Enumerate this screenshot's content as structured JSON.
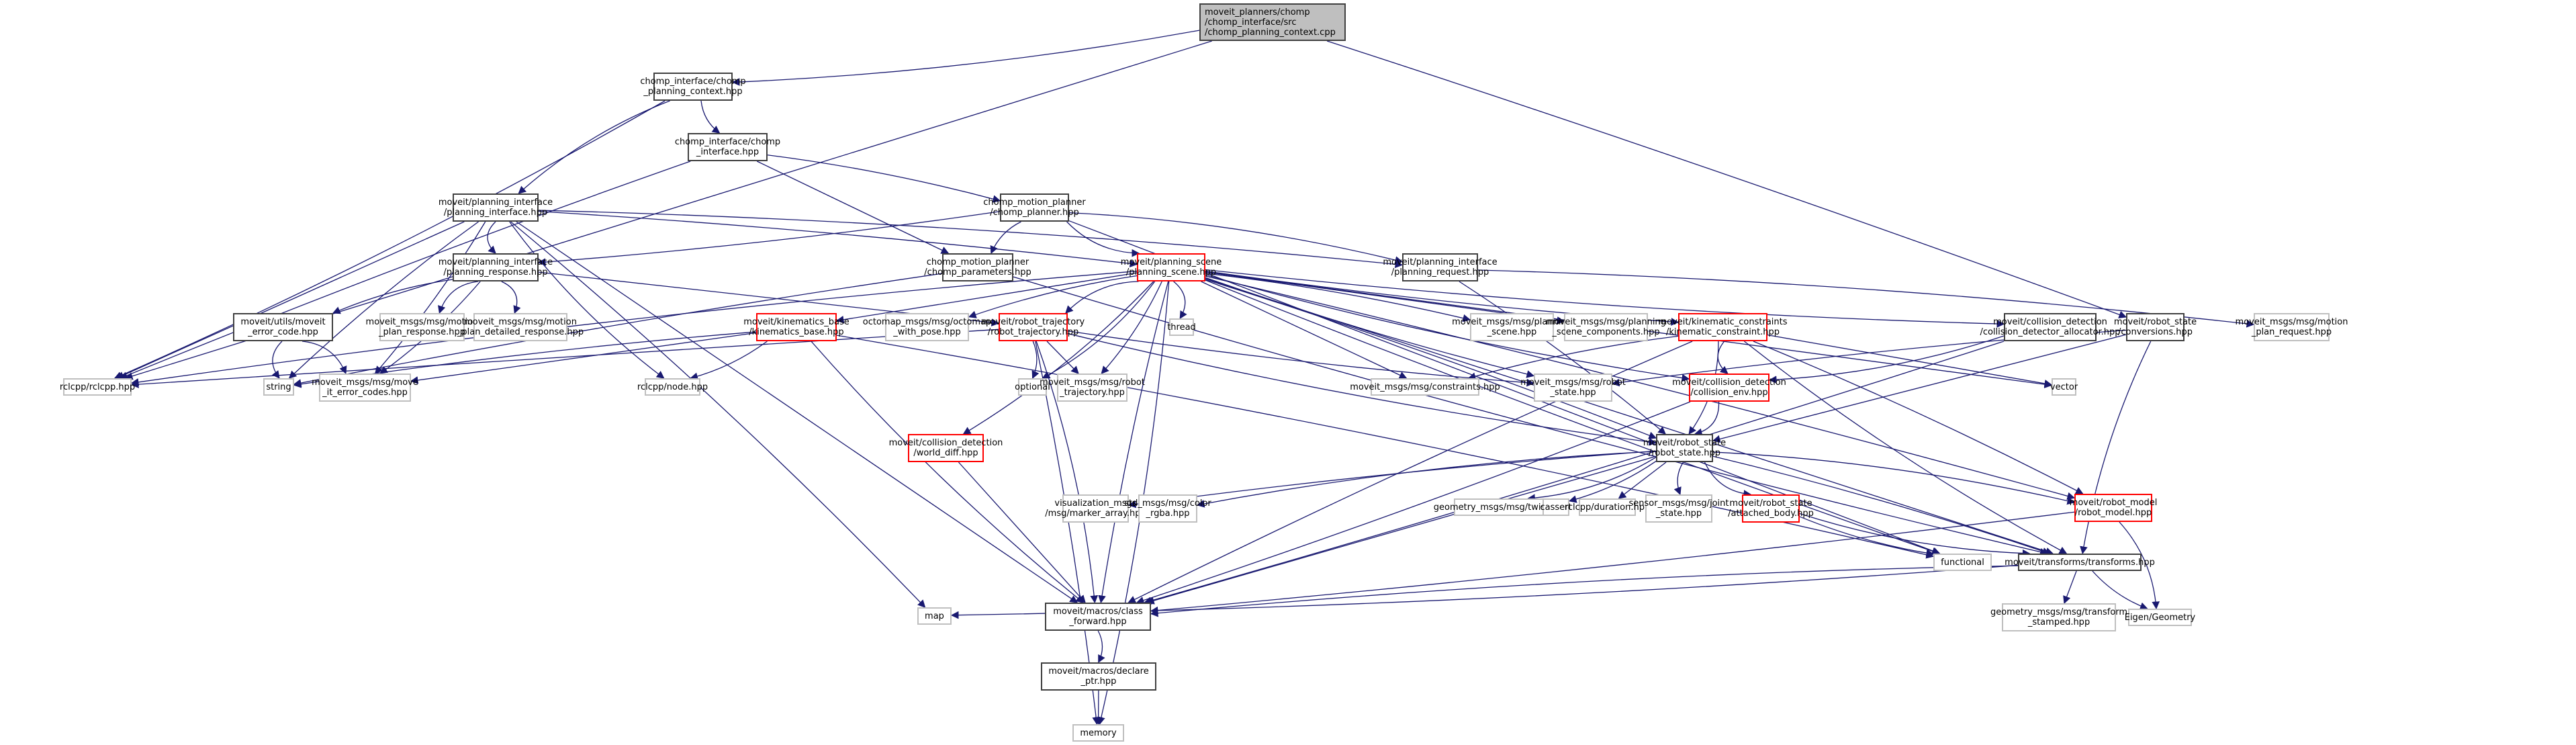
{
  "diagram": {
    "type": "include-dependency-graph",
    "edge_color": "#191970",
    "nodes": [
      {
        "id": "root",
        "label": "moveit_planners/chomp\n/chomp_interface/src\n/chomp_planning_context.cpp",
        "style": "root"
      },
      {
        "id": "cpc",
        "label": "chomp_interface/chomp\n_planning_context.hpp",
        "style": "normal"
      },
      {
        "id": "ci",
        "label": "chomp_interface/chomp\n_interface.hpp",
        "style": "normal"
      },
      {
        "id": "pi",
        "label": "moveit/planning_interface\n/planning_interface.hpp",
        "style": "normal"
      },
      {
        "id": "cp",
        "label": "chomp_motion_planner\n/chomp_planner.hpp",
        "style": "normal"
      },
      {
        "id": "pr",
        "label": "moveit/planning_interface\n/planning_response.hpp",
        "style": "normal"
      },
      {
        "id": "cparams",
        "label": "chomp_motion_planner\n/chomp_parameters.hpp",
        "style": "normal"
      },
      {
        "id": "ps",
        "label": "moveit/planning_scene\n/planning_scene.hpp",
        "style": "red"
      },
      {
        "id": "preq",
        "label": "moveit/planning_interface\n/planning_request.hpp",
        "style": "normal"
      },
      {
        "id": "mec",
        "label": "moveit/utils/moveit\n_error_code.hpp",
        "style": "normal"
      },
      {
        "id": "mpres",
        "label": "moveit_msgs/msg/motion\n_plan_response.hpp",
        "style": "sys"
      },
      {
        "id": "mpdres",
        "label": "moveit_msgs/msg/motion\n_plan_detailed_response.hpp",
        "style": "sys"
      },
      {
        "id": "kb",
        "label": "moveit/kinematics_base\n/kinematics_base.hpp",
        "style": "red"
      },
      {
        "id": "octo",
        "label": "octomap_msgs/msg/octomap\n_with_pose.hpp",
        "style": "sys"
      },
      {
        "id": "rt",
        "label": "moveit/robot_trajectory\n/robot_trajectory.hpp",
        "style": "red"
      },
      {
        "id": "thread",
        "label": "thread",
        "style": "sys"
      },
      {
        "id": "mps",
        "label": "moveit_msgs/msg/planning\n_scene.hpp",
        "style": "sys"
      },
      {
        "id": "mpsc",
        "label": "moveit_msgs/msg/planning\n_scene_components.hpp",
        "style": "sys"
      },
      {
        "id": "kc",
        "label": "moveit/kinematic_constraints\n/kinematic_constraint.hpp",
        "style": "red"
      },
      {
        "id": "cda",
        "label": "moveit/collision_detection\n/collision_detector_allocator.hpp",
        "style": "normal"
      },
      {
        "id": "conv",
        "label": "moveit/robot_state\n/conversions.hpp",
        "style": "normal"
      },
      {
        "id": "mpreq",
        "label": "moveit_msgs/msg/motion\n_plan_request.hpp",
        "style": "sys"
      },
      {
        "id": "rclcpp",
        "label": "rclcpp/rclcpp.hpp",
        "style": "sys"
      },
      {
        "id": "string",
        "label": "string",
        "style": "sys"
      },
      {
        "id": "mecs",
        "label": "moveit_msgs/msg/move\n_it_error_codes.hpp",
        "style": "sys"
      },
      {
        "id": "node",
        "label": "rclcpp/node.hpp",
        "style": "sys"
      },
      {
        "id": "optional",
        "label": "optional",
        "style": "sys"
      },
      {
        "id": "mrt",
        "label": "moveit_msgs/msg/robot\n_trajectory.hpp",
        "style": "sys"
      },
      {
        "id": "mcons",
        "label": "moveit_msgs/msg/constraints.hpp",
        "style": "sys"
      },
      {
        "id": "mrs",
        "label": "moveit_msgs/msg/robot\n_state.hpp",
        "style": "sys"
      },
      {
        "id": "cenv",
        "label": "moveit/collision_detection\n/collision_env.hpp",
        "style": "red"
      },
      {
        "id": "vector",
        "label": "vector",
        "style": "sys"
      },
      {
        "id": "wd",
        "label": "moveit/collision_detection\n/world_diff.hpp",
        "style": "red"
      },
      {
        "id": "rs",
        "label": "moveit/robot_state\n/robot_state.hpp",
        "style": "normal"
      },
      {
        "id": "vma",
        "label": "visualization_msgs\n/msg/marker_array.hpp",
        "style": "sys"
      },
      {
        "id": "crgba",
        "label": "std_msgs/msg/color\n_rgba.hpp",
        "style": "sys"
      },
      {
        "id": "twist",
        "label": "geometry_msgs/msg/twist.hpp",
        "style": "sys"
      },
      {
        "id": "cassert",
        "label": "cassert",
        "style": "sys"
      },
      {
        "id": "dur",
        "label": "rclcpp/duration.hpp",
        "style": "sys"
      },
      {
        "id": "js",
        "label": "sensor_msgs/msg/joint\n_state.hpp",
        "style": "sys"
      },
      {
        "id": "ab",
        "label": "moveit/robot_state\n/attached_body.hpp",
        "style": "red"
      },
      {
        "id": "rm",
        "label": "moveit/robot_model\n/robot_model.hpp",
        "style": "red"
      },
      {
        "id": "functional",
        "label": "functional",
        "style": "sys"
      },
      {
        "id": "tf",
        "label": "moveit/transforms/transforms.hpp",
        "style": "normal"
      },
      {
        "id": "map",
        "label": "map",
        "style": "sys"
      },
      {
        "id": "cf",
        "label": "moveit/macros/class\n_forward.hpp",
        "style": "normal"
      },
      {
        "id": "tfs",
        "label": "geometry_msgs/msg/transform\n_stamped.hpp",
        "style": "sys"
      },
      {
        "id": "eigen",
        "label": "Eigen/Geometry",
        "style": "sys"
      },
      {
        "id": "dp",
        "label": "moveit/macros/declare\n_ptr.hpp",
        "style": "normal"
      },
      {
        "id": "memory",
        "label": "memory",
        "style": "sys"
      }
    ],
    "edges": [
      [
        "root",
        "cpc"
      ],
      [
        "root",
        "conv"
      ],
      [
        "root",
        "rclcpp"
      ],
      [
        "cpc",
        "ci"
      ],
      [
        "cpc",
        "pi"
      ],
      [
        "cpc",
        "rclcpp"
      ],
      [
        "ci",
        "cp"
      ],
      [
        "ci",
        "cparams"
      ],
      [
        "ci",
        "rclcpp"
      ],
      [
        "pi",
        "pr"
      ],
      [
        "pi",
        "preq"
      ],
      [
        "pi",
        "ps"
      ],
      [
        "pi",
        "cf"
      ],
      [
        "pi",
        "string"
      ],
      [
        "pi",
        "node"
      ],
      [
        "pi",
        "map"
      ],
      [
        "pi",
        "mecs"
      ],
      [
        "pi",
        "rclcpp"
      ],
      [
        "cp",
        "cparams"
      ],
      [
        "cp",
        "ps"
      ],
      [
        "cp",
        "preq"
      ],
      [
        "cp",
        "pr"
      ],
      [
        "cp",
        "functional"
      ],
      [
        "pr",
        "mec"
      ],
      [
        "pr",
        "mpres"
      ],
      [
        "pr",
        "mpdres"
      ],
      [
        "pr",
        "mecs"
      ],
      [
        "pr",
        "rt"
      ],
      [
        "cparams",
        "string"
      ],
      [
        "cparams",
        "tf"
      ],
      [
        "preq",
        "mpreq"
      ],
      [
        "preq",
        "rs"
      ],
      [
        "ps",
        "kb"
      ],
      [
        "ps",
        "octo"
      ],
      [
        "ps",
        "rt"
      ],
      [
        "ps",
        "thread"
      ],
      [
        "ps",
        "mps"
      ],
      [
        "ps",
        "mpsc"
      ],
      [
        "ps",
        "kc"
      ],
      [
        "ps",
        "cda"
      ],
      [
        "ps",
        "optional"
      ],
      [
        "ps",
        "mrt"
      ],
      [
        "ps",
        "mcons"
      ],
      [
        "ps",
        "mrs"
      ],
      [
        "ps",
        "cenv"
      ],
      [
        "ps",
        "wd"
      ],
      [
        "ps",
        "rs"
      ],
      [
        "ps",
        "vector"
      ],
      [
        "ps",
        "cf"
      ],
      [
        "ps",
        "rclcpp"
      ],
      [
        "ps",
        "memory"
      ],
      [
        "ps",
        "rm"
      ],
      [
        "ps",
        "tf"
      ],
      [
        "ps",
        "functional"
      ],
      [
        "mec",
        "string"
      ],
      [
        "mec",
        "mecs"
      ],
      [
        "kb",
        "node"
      ],
      [
        "kb",
        "mecs"
      ],
      [
        "kb",
        "string"
      ],
      [
        "kb",
        "cf"
      ],
      [
        "kb",
        "functional"
      ],
      [
        "rt",
        "optional"
      ],
      [
        "rt",
        "mrt"
      ],
      [
        "rt",
        "mrs"
      ],
      [
        "rt",
        "rs"
      ],
      [
        "rt",
        "cf"
      ],
      [
        "rt",
        "memory"
      ],
      [
        "rt",
        "rclcpp"
      ],
      [
        "kc",
        "mcons"
      ],
      [
        "kc",
        "cenv"
      ],
      [
        "kc",
        "rs"
      ],
      [
        "kc",
        "rm"
      ],
      [
        "kc",
        "vector"
      ],
      [
        "kc",
        "cf"
      ],
      [
        "kc",
        "tf"
      ],
      [
        "cda",
        "cenv"
      ],
      [
        "cda",
        "cf"
      ],
      [
        "conv",
        "rs"
      ],
      [
        "conv",
        "mrs"
      ],
      [
        "conv",
        "tf"
      ],
      [
        "cenv",
        "rs"
      ],
      [
        "cenv",
        "cf"
      ],
      [
        "wd",
        "cf"
      ],
      [
        "rs",
        "vma"
      ],
      [
        "rs",
        "crgba"
      ],
      [
        "rs",
        "twist"
      ],
      [
        "rs",
        "cassert"
      ],
      [
        "rs",
        "dur"
      ],
      [
        "rs",
        "js"
      ],
      [
        "rs",
        "ab"
      ],
      [
        "rs",
        "rm"
      ],
      [
        "rs",
        "tf"
      ],
      [
        "rs",
        "cf"
      ],
      [
        "ab",
        "functional"
      ],
      [
        "ab",
        "tf"
      ],
      [
        "rm",
        "eigen"
      ],
      [
        "rm",
        "cf"
      ],
      [
        "tf",
        "tfs"
      ],
      [
        "tf",
        "eigen"
      ],
      [
        "tf",
        "cf"
      ],
      [
        "tf",
        "map"
      ],
      [
        "cf",
        "dp"
      ],
      [
        "dp",
        "memory"
      ]
    ]
  }
}
